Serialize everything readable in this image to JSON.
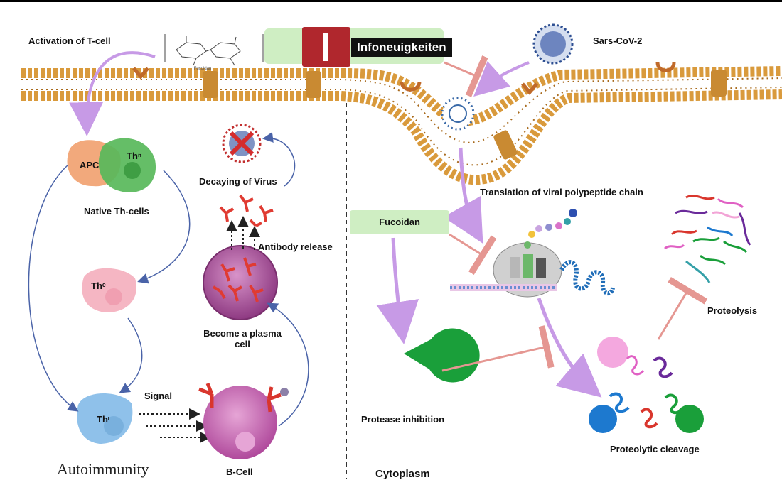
{
  "banner": {
    "label": "Infoneuigkeiten",
    "colors": {
      "red": "#b0272d",
      "black": "#111111"
    }
  },
  "structure_label": "Fucoidan",
  "labels": {
    "activation": "Activation of T-cell",
    "sars": "Sars-CoV-2",
    "apc": "APC",
    "th_naive": "Thⁿ",
    "native_th": "Native Th-cells",
    "th_e": "Thᵉ",
    "th_i": "Thᶦ",
    "signal": "Signal",
    "bcell": "B-Cell",
    "autoimmunity": "Autoimmunity",
    "decaying": "Decaying of Virus",
    "antibody_release": "Antibody release",
    "plasma": "Become a plasma cell",
    "translation": "Translation of viral polypeptide chain",
    "fucoidan": "Fucoidan",
    "protease_inhibition": "Protease inhibition",
    "cytoplasm": "Cytoplasm",
    "proteolysis": "Proteolysis",
    "proteolytic_cleavage": "Proteolytic cleavage"
  },
  "colors": {
    "membrane": "#d99a3c",
    "membrane_dark": "#a86a1c",
    "apc": "#f2a97c",
    "th": "#58b85a",
    "th_e": "#f5b6c3",
    "th_i": "#8fc1ea",
    "bcell": "#c160a8",
    "plasma": "#a64795",
    "arrow_purple": "#c79ae6",
    "inhibit_red": "#e59792",
    "green_box": "#cfeec3",
    "protease_green": "#1a9f3a"
  }
}
